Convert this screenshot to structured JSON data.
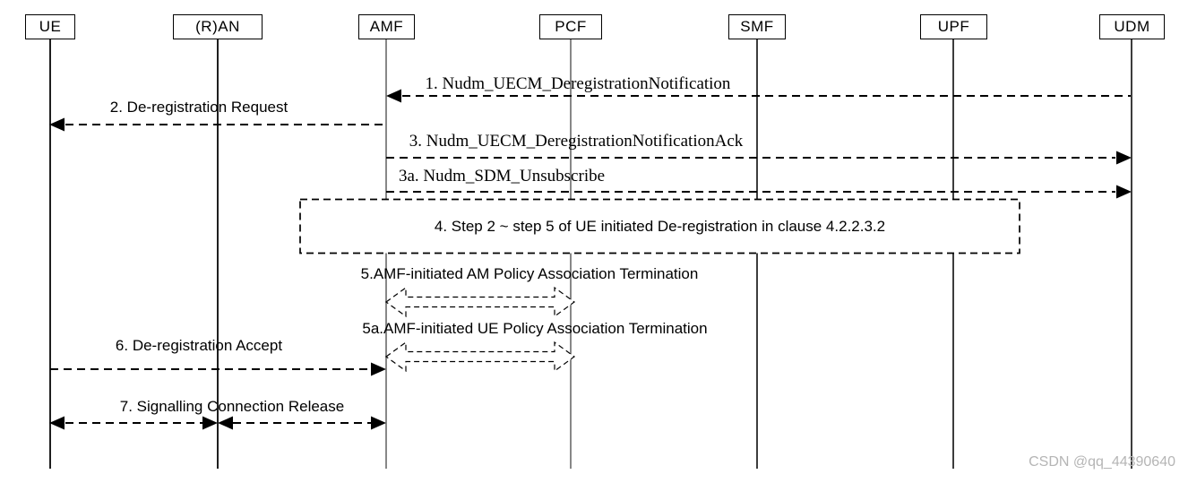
{
  "colors": {
    "line": "#000000",
    "lifeline_gray": "#878787",
    "watermark": "#b5b5b5"
  },
  "diagram": {
    "lifelines": [
      {
        "label": "UE"
      },
      {
        "label": "(R)AN"
      },
      {
        "label": "AMF"
      },
      {
        "label": "PCF"
      },
      {
        "label": "SMF"
      },
      {
        "label": "UPF"
      },
      {
        "label": "UDM"
      }
    ],
    "messages": [
      {
        "num": "1",
        "label": "1. Nudm_UECM_DeregistrationNotification",
        "from": "UDM",
        "to": "AMF",
        "style": "dashed-arrow"
      },
      {
        "num": "2",
        "label": "2. De-registration Request",
        "from": "AMF",
        "to": "UE",
        "style": "dashed-arrow"
      },
      {
        "num": "3",
        "label": "3. Nudm_UECM_DeregistrationNotificationAck",
        "from": "AMF",
        "to": "UDM",
        "style": "dashed-arrow"
      },
      {
        "num": "3a",
        "label": "3a. Nudm_SDM_Unsubscribe",
        "from": "AMF",
        "to": "UDM",
        "style": "dashed-arrow"
      },
      {
        "num": "4",
        "label": "4. Step 2 ~ step 5 of UE initiated De-registration in clause 4.2.2.3.2",
        "from": "AMF",
        "to": "UDM",
        "style": "dashed-box"
      },
      {
        "num": "5",
        "label": "5.AMF-initiated AM Policy Association Termination",
        "from": "AMF",
        "to": "PCF",
        "style": "block-double-arrow"
      },
      {
        "num": "5a",
        "label": "5a.AMF-initiated UE Policy Association Termination",
        "from": "AMF",
        "to": "PCF",
        "style": "block-double-arrow"
      },
      {
        "num": "6",
        "label": "6. De-registration Accept",
        "from": "UE",
        "to": "AMF",
        "style": "dashed-arrow"
      },
      {
        "num": "7",
        "label": "7. Signalling Connection Release",
        "from": "UE",
        "to": "AMF",
        "style": "dashed-bidirectional"
      }
    ],
    "watermark": "CSDN @qq_44390640"
  }
}
